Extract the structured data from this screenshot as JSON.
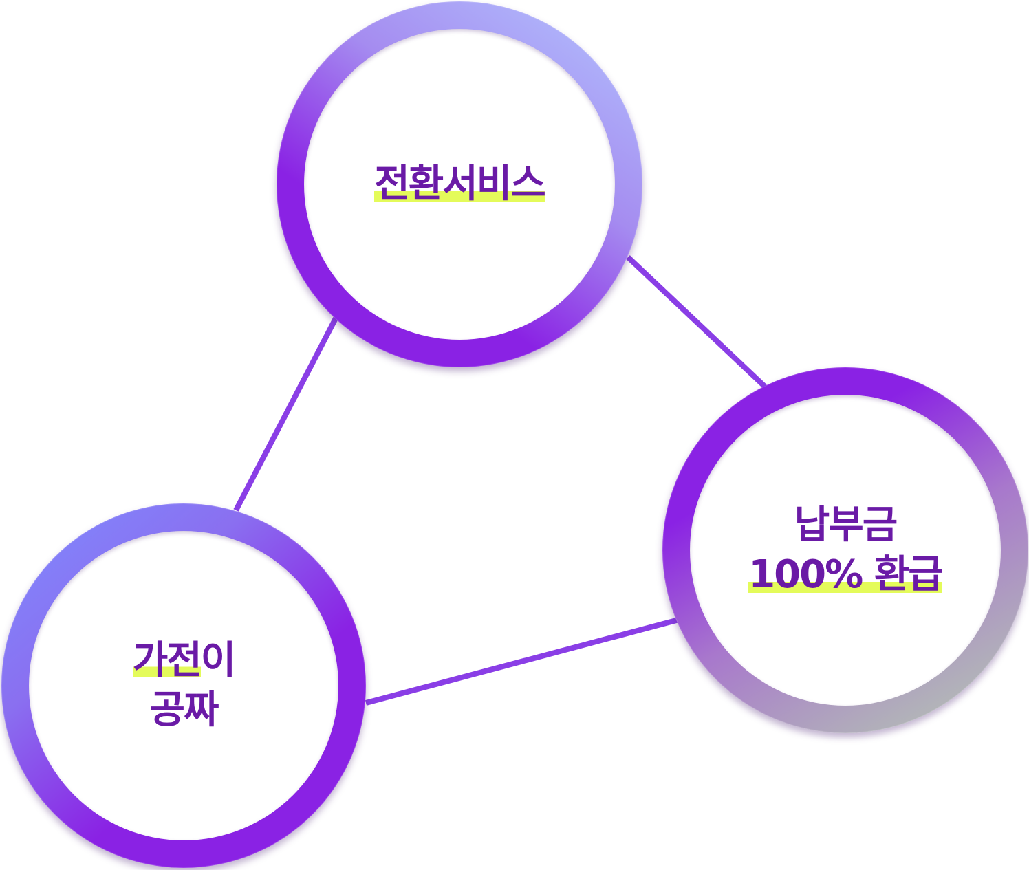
{
  "colors": {
    "text": "#6a1aa6",
    "highlight": "#e4fb5a",
    "connector": "#8a3ee6",
    "ring_purple": "#8a22e4"
  },
  "nodes": {
    "top": {
      "lines": [
        "전환서비스"
      ]
    },
    "right": {
      "lines": [
        "납부금",
        "100% 환급"
      ]
    },
    "left": {
      "lines": [
        "가전이",
        "공짜"
      ]
    }
  }
}
